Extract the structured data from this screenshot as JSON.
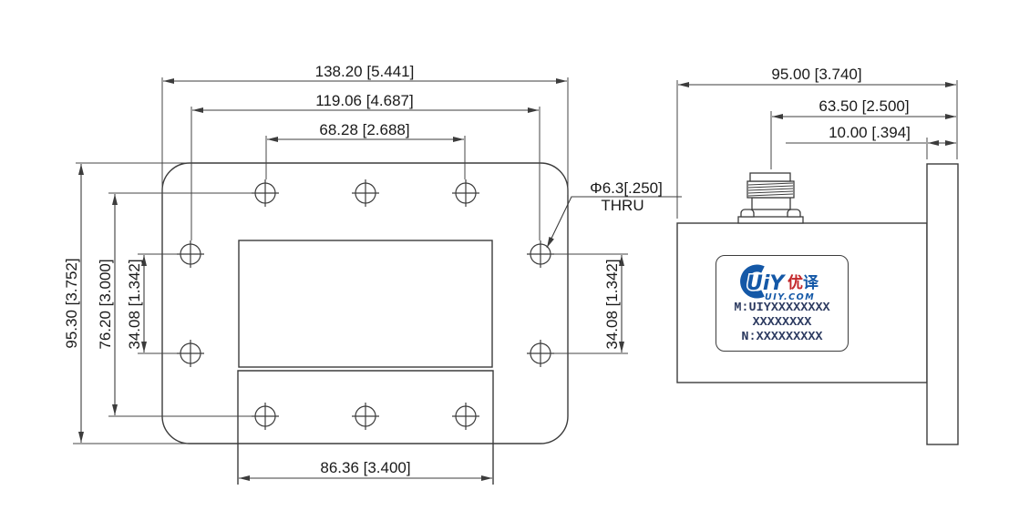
{
  "front_view": {
    "total_width": "138.20 [5.441]",
    "hole_span_width": "119.06 [4.687]",
    "top_hole_span": "68.28 [2.688]",
    "total_height": "95.30 [3.752]",
    "hole_span_height": "76.20 [3.000]",
    "mid_hole_span_left": "34.08 [1.342]",
    "mid_hole_span_right": "34.08 [1.342]",
    "waveguide_width": "86.36 [3.400]",
    "hole_callout": "Φ6.3[.250]",
    "hole_callout_thru": "THRU"
  },
  "side_view": {
    "total_width": "95.00 [3.740]",
    "connector_offset": "63.50 [2.500]",
    "flange_thickness": "10.00 [.394]"
  },
  "label": {
    "logo_main": "UiY",
    "logo_cn_1": "优",
    "logo_cn_2": "译",
    "logo_site": "UIY.COM",
    "model_line": "M:UIYXXXXXXXX",
    "model_cont_line": "XXXXXXXX",
    "serial_line": "N:XXXXXXXXX"
  },
  "colors": {
    "outline": "#3c3c3c",
    "dimension": "#444444",
    "text": "#1a1a1a",
    "label_text": "#2c3a60",
    "logo_blue": "#1458a7",
    "logo_red": "#c3272b"
  }
}
